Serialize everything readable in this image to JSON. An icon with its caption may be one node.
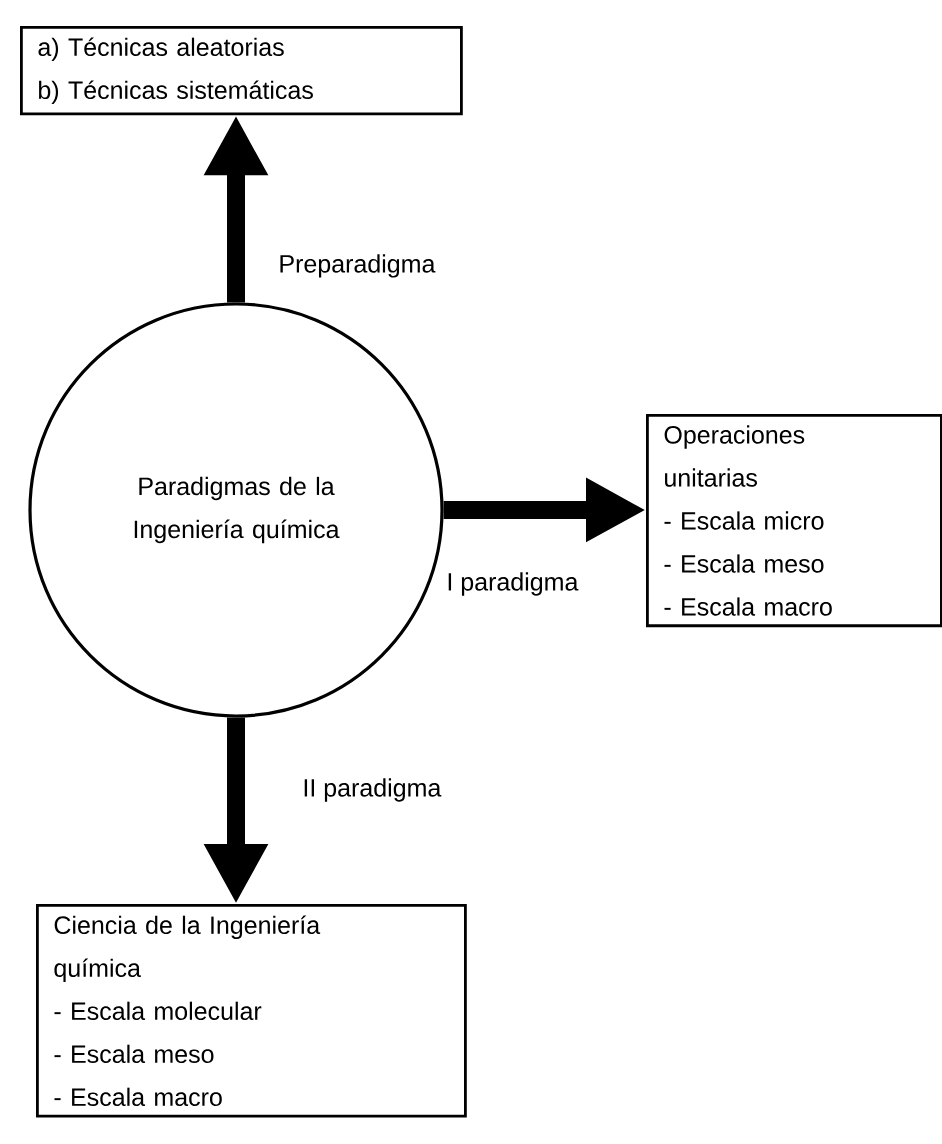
{
  "diagram": {
    "nodes": [
      {
        "text": [
          "Paradigmas de la Ingeniería química"
        ]
      },
      {
        "text": [
          "a) Técnicas aleatorias",
          "b) Técnicas sistemáticas"
        ]
      },
      {
        "text": [
          "Operaciones unitarias",
          "- Escala micro",
          "- Escala meso",
          "- Escala macro"
        ]
      },
      {
        "text": [
          "Ciencia de la Ingeniería química",
          "- Escala molecular",
          "- Escala meso",
          "- Escala macro"
        ]
      }
    ],
    "edges": [
      {
        "from": 0,
        "to": 1,
        "arrow": "to",
        "label": "Preparadigma"
      },
      {
        "from": 0,
        "to": 2,
        "arrow": "to",
        "label": "I paradigma"
      },
      {
        "from": 0,
        "to": 3,
        "arrow": "to",
        "label": "II paradigma"
      }
    ]
  }
}
